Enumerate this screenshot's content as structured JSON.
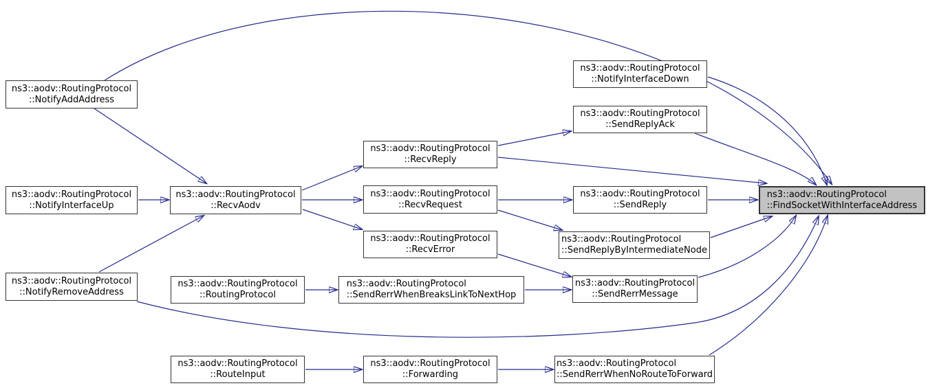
{
  "diagram": {
    "type": "call-graph",
    "direction": "left-to-right",
    "colors": {
      "background": "#ffffff",
      "node_fill": "#ffffff",
      "node_border": "#333333",
      "highlight_fill": "#c2c2c2",
      "edge": "#252a8c",
      "text": "#000000"
    },
    "nodes": [
      {
        "id": "notify-add-address",
        "line1": "ns3::aodv::RoutingProtocol",
        "line2": "::NotifyAddAddress",
        "highlighted": false
      },
      {
        "id": "notify-interface-up",
        "line1": "ns3::aodv::RoutingProtocol",
        "line2": "::NotifyInterfaceUp",
        "highlighted": false
      },
      {
        "id": "notify-remove-address",
        "line1": "ns3::aodv::RoutingProtocol",
        "line2": "::NotifyRemoveAddress",
        "highlighted": false
      },
      {
        "id": "recv-aodv",
        "line1": "ns3::aodv::RoutingProtocol",
        "line2": "::RecvAodv",
        "highlighted": false
      },
      {
        "id": "routing-protocol",
        "line1": "ns3::aodv::RoutingProtocol",
        "line2": "::RoutingProtocol",
        "highlighted": false
      },
      {
        "id": "route-input",
        "line1": "ns3::aodv::RoutingProtocol",
        "line2": "::RouteInput",
        "highlighted": false
      },
      {
        "id": "recv-reply",
        "line1": "ns3::aodv::RoutingProtocol",
        "line2": "::RecvReply",
        "highlighted": false
      },
      {
        "id": "recv-request",
        "line1": "ns3::aodv::RoutingProtocol",
        "line2": "::RecvRequest",
        "highlighted": false
      },
      {
        "id": "recv-error",
        "line1": "ns3::aodv::RoutingProtocol",
        "line2": "::RecvError",
        "highlighted": false
      },
      {
        "id": "send-rerr-when-breaks-link-to-next-hop",
        "line1": "ns3::aodv::RoutingProtocol",
        "line2": "::SendRerrWhenBreaksLinkToNextHop",
        "highlighted": false
      },
      {
        "id": "forwarding",
        "line1": "ns3::aodv::RoutingProtocol",
        "line2": "::Forwarding",
        "highlighted": false
      },
      {
        "id": "notify-interface-down",
        "line1": "ns3::aodv::RoutingProtocol",
        "line2": "::NotifyInterfaceDown",
        "highlighted": false
      },
      {
        "id": "send-reply-ack",
        "line1": "ns3::aodv::RoutingProtocol",
        "line2": "::SendReplyAck",
        "highlighted": false
      },
      {
        "id": "send-reply",
        "line1": "ns3::aodv::RoutingProtocol",
        "line2": "::SendReply",
        "highlighted": false
      },
      {
        "id": "send-reply-by-intermediate-node",
        "line1": "ns3::aodv::RoutingProtocol",
        "line2": "::SendReplyByIntermediateNode",
        "highlighted": false
      },
      {
        "id": "send-rerr-message",
        "line1": "ns3::aodv::RoutingProtocol",
        "line2": "::SendRerrMessage",
        "highlighted": false
      },
      {
        "id": "send-rerr-when-no-route-to-forward",
        "line1": "ns3::aodv::RoutingProtocol",
        "line2": "::SendRerrWhenNoRouteToForward",
        "highlighted": false
      },
      {
        "id": "find-socket-with-interface-address",
        "line1": "ns3::aodv::RoutingProtocol",
        "line2": "::FindSocketWithInterfaceAddress",
        "highlighted": true
      }
    ],
    "edges": [
      {
        "from": "notify-add-address",
        "to": "recv-aodv"
      },
      {
        "from": "notify-add-address",
        "to": "find-socket-with-interface-address"
      },
      {
        "from": "notify-interface-up",
        "to": "recv-aodv"
      },
      {
        "from": "notify-remove-address",
        "to": "recv-aodv"
      },
      {
        "from": "notify-remove-address",
        "to": "find-socket-with-interface-address"
      },
      {
        "from": "recv-aodv",
        "to": "recv-reply"
      },
      {
        "from": "recv-aodv",
        "to": "recv-request"
      },
      {
        "from": "recv-aodv",
        "to": "recv-error"
      },
      {
        "from": "recv-reply",
        "to": "send-reply-ack"
      },
      {
        "from": "recv-reply",
        "to": "find-socket-with-interface-address"
      },
      {
        "from": "recv-request",
        "to": "send-reply"
      },
      {
        "from": "recv-request",
        "to": "send-reply-by-intermediate-node"
      },
      {
        "from": "recv-error",
        "to": "send-rerr-message"
      },
      {
        "from": "routing-protocol",
        "to": "send-rerr-when-breaks-link-to-next-hop"
      },
      {
        "from": "send-rerr-when-breaks-link-to-next-hop",
        "to": "send-rerr-message"
      },
      {
        "from": "route-input",
        "to": "forwarding"
      },
      {
        "from": "forwarding",
        "to": "send-rerr-when-no-route-to-forward"
      },
      {
        "from": "send-reply",
        "to": "find-socket-with-interface-address"
      },
      {
        "from": "notify-interface-down",
        "to": "find-socket-with-interface-address"
      },
      {
        "from": "send-reply-ack",
        "to": "find-socket-with-interface-address"
      },
      {
        "from": "send-reply-by-intermediate-node",
        "to": "find-socket-with-interface-address"
      },
      {
        "from": "send-rerr-message",
        "to": "find-socket-with-interface-address"
      },
      {
        "from": "send-rerr-when-no-route-to-forward",
        "to": "find-socket-with-interface-address"
      }
    ]
  }
}
